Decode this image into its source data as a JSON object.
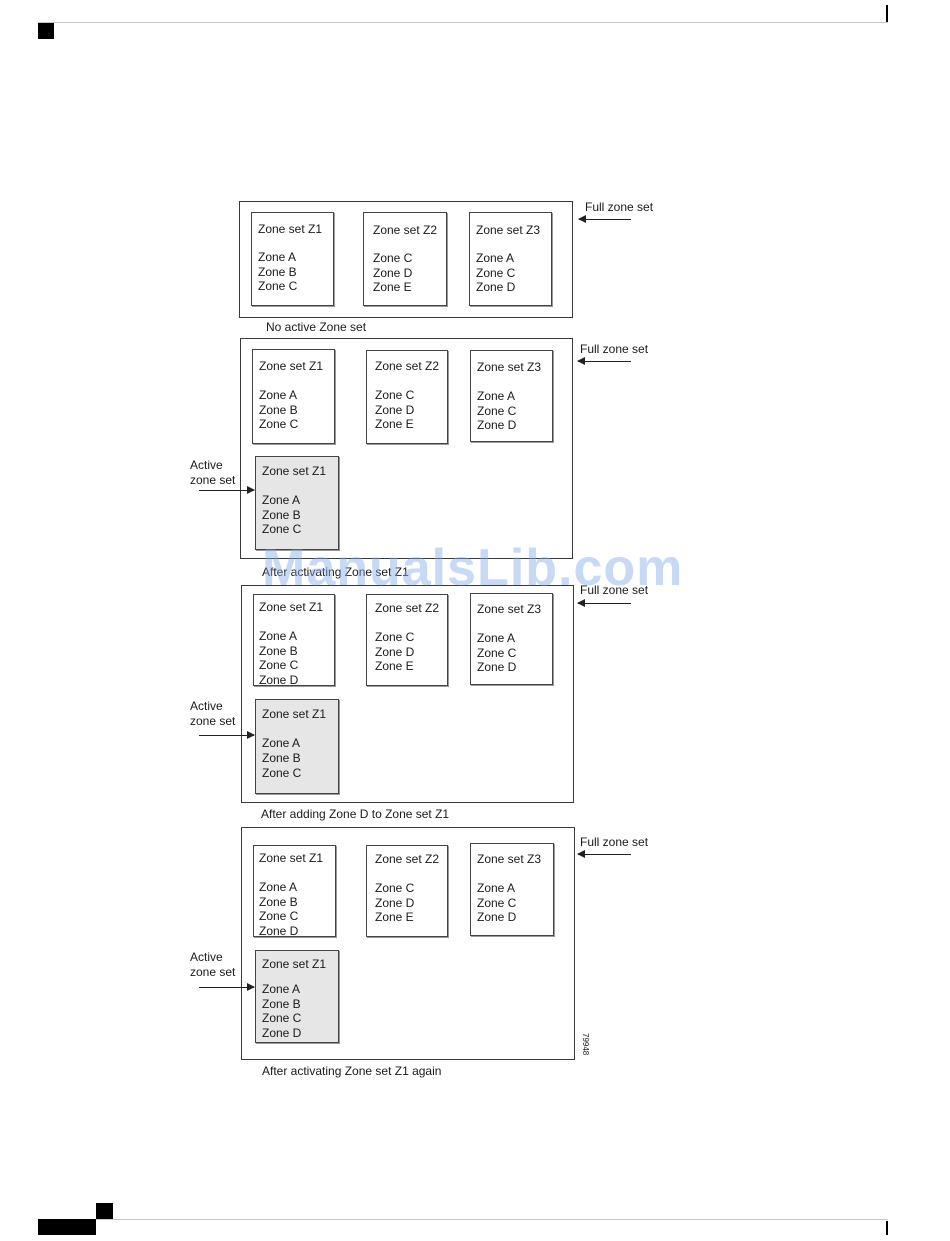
{
  "figure": {
    "full_label": "Full zone set",
    "active_label_line1": "Active",
    "active_label_line2": "zone set",
    "figure_id": "79948",
    "stages": [
      {
        "caption": "No active Zone set",
        "zone_sets": [
          {
            "title": "Zone set Z1",
            "zones": [
              "Zone A",
              "Zone B",
              "Zone C"
            ]
          },
          {
            "title": "Zone set Z2",
            "zones": [
              "Zone C",
              "Zone D",
              "Zone E"
            ]
          },
          {
            "title": "Zone set Z3",
            "zones": [
              "Zone A",
              "Zone C",
              "Zone D"
            ]
          }
        ]
      },
      {
        "caption": "After activating Zone set Z1",
        "zone_sets": [
          {
            "title": "Zone set Z1",
            "zones": [
              "Zone A",
              "Zone B",
              "Zone C"
            ]
          },
          {
            "title": "Zone set Z2",
            "zones": [
              "Zone C",
              "Zone D",
              "Zone E"
            ]
          },
          {
            "title": "Zone set Z3",
            "zones": [
              "Zone A",
              "Zone C",
              "Zone D"
            ]
          }
        ],
        "active_set": {
          "title": "Zone set Z1",
          "zones": [
            "Zone A",
            "Zone B",
            "Zone C"
          ]
        }
      },
      {
        "caption": "After adding Zone D to Zone set Z1",
        "zone_sets": [
          {
            "title": "Zone set Z1",
            "zones": [
              "Zone A",
              "Zone B",
              "Zone C",
              "Zone D"
            ]
          },
          {
            "title": "Zone set Z2",
            "zones": [
              "Zone C",
              "Zone D",
              "Zone E"
            ]
          },
          {
            "title": "Zone set Z3",
            "zones": [
              "Zone A",
              "Zone C",
              "Zone D"
            ]
          }
        ],
        "active_set": {
          "title": "Zone set Z1",
          "zones": [
            "Zone A",
            "Zone B",
            "Zone C"
          ]
        }
      },
      {
        "caption": "After activating Zone set Z1 again",
        "zone_sets": [
          {
            "title": "Zone set Z1",
            "zones": [
              "Zone A",
              "Zone B",
              "Zone C",
              "Zone D"
            ]
          },
          {
            "title": "Zone set Z2",
            "zones": [
              "Zone C",
              "Zone D",
              "Zone E"
            ]
          },
          {
            "title": "Zone set Z3",
            "zones": [
              "Zone A",
              "Zone C",
              "Zone D"
            ]
          }
        ],
        "active_set": {
          "title": "Zone set Z1",
          "zones": [
            "Zone A",
            "Zone B",
            "Zone C",
            "Zone D"
          ]
        }
      }
    ]
  },
  "watermark": "ManualsLib.com",
  "colors": {
    "active_fill": "#e6e6e6",
    "watermark": "#82aae6"
  }
}
